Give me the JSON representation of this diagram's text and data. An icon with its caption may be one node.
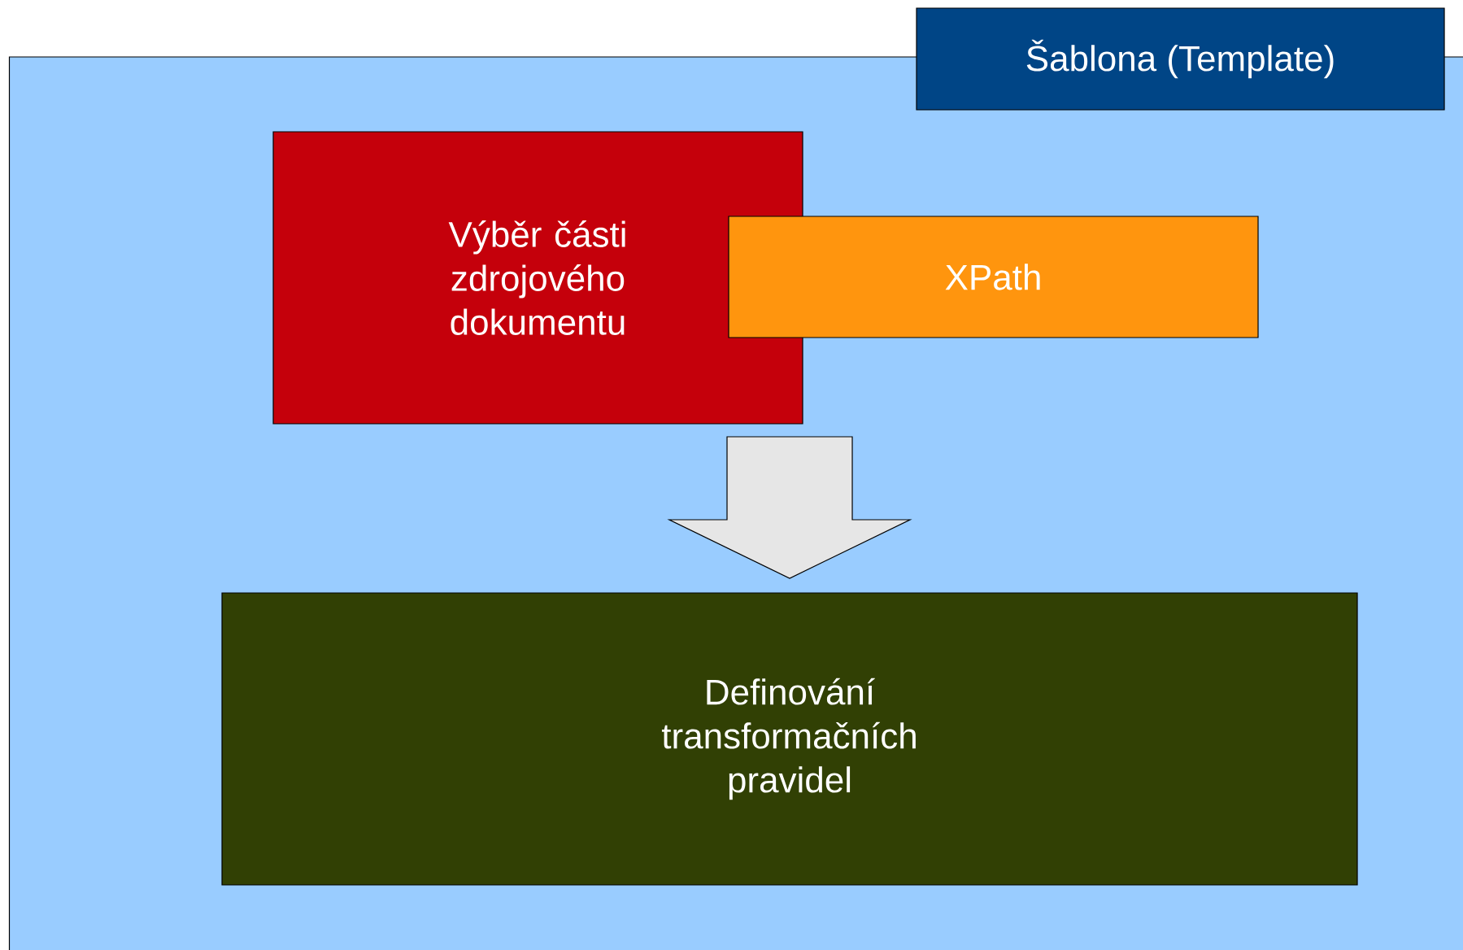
{
  "diagram": {
    "nodes": [
      {
        "text": [
          "Šablona (Template)"
        ]
      },
      {
        "text": [
          "Výběr části zdrojového dokumentu"
        ],
        "in": 0
      },
      {
        "text": [
          "XPath"
        ],
        "in": 0
      },
      {
        "text": [
          "Definování transformačních pravidel"
        ],
        "in": 0
      }
    ],
    "edges": [
      {
        "from": 1,
        "to": 3,
        "arrow": "to"
      }
    ]
  }
}
